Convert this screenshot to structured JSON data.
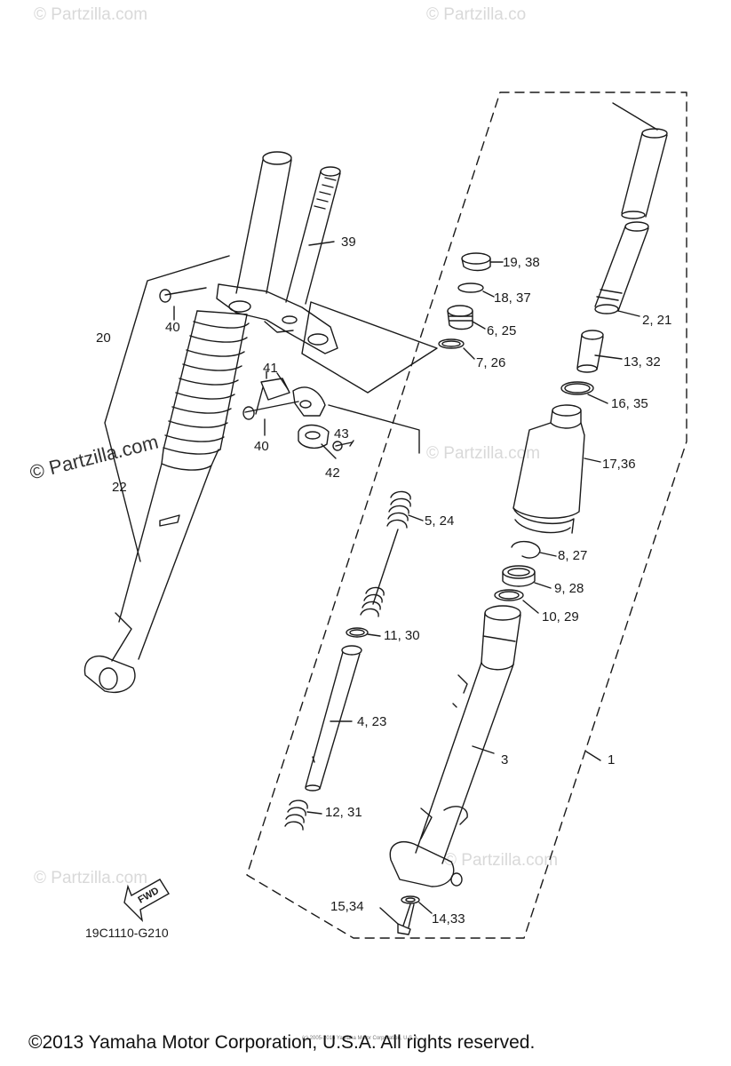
{
  "diagram_code": "19C1110-G210",
  "copyright": "©2013 Yamaha Motor Corporation, U.S.A. All rights reserved.",
  "tiny_credit": "(c) 2005-2016 Yamaha Motor Corporation, U.S.A.",
  "watermark": "© Partzilla.com",
  "watermark_partial": "© Partzilla.co",
  "fwd_label": "FWD",
  "callouts": {
    "c1": "1",
    "c3": "3",
    "c20": "20",
    "c22": "22",
    "c39": "39",
    "c40a": "40",
    "c40b": "40",
    "c41": "41",
    "c42": "42",
    "c43": "43",
    "c19_38": "19, 38",
    "c18_37": "18, 37",
    "c6_25": "6, 25",
    "c7_26": "7, 26",
    "c2_21": "2, 21",
    "c13_32": "13, 32",
    "c16_35": "16, 35",
    "c17_36": "17,36",
    "c5_24": "5, 24",
    "c8_27": "8, 27",
    "c9_28": "9, 28",
    "c10_29": "10, 29",
    "c11_30": "11, 30",
    "c4_23": "4, 23",
    "c12_31": "12, 31",
    "c15_34": "15,34",
    "c14_33": "14,33"
  }
}
